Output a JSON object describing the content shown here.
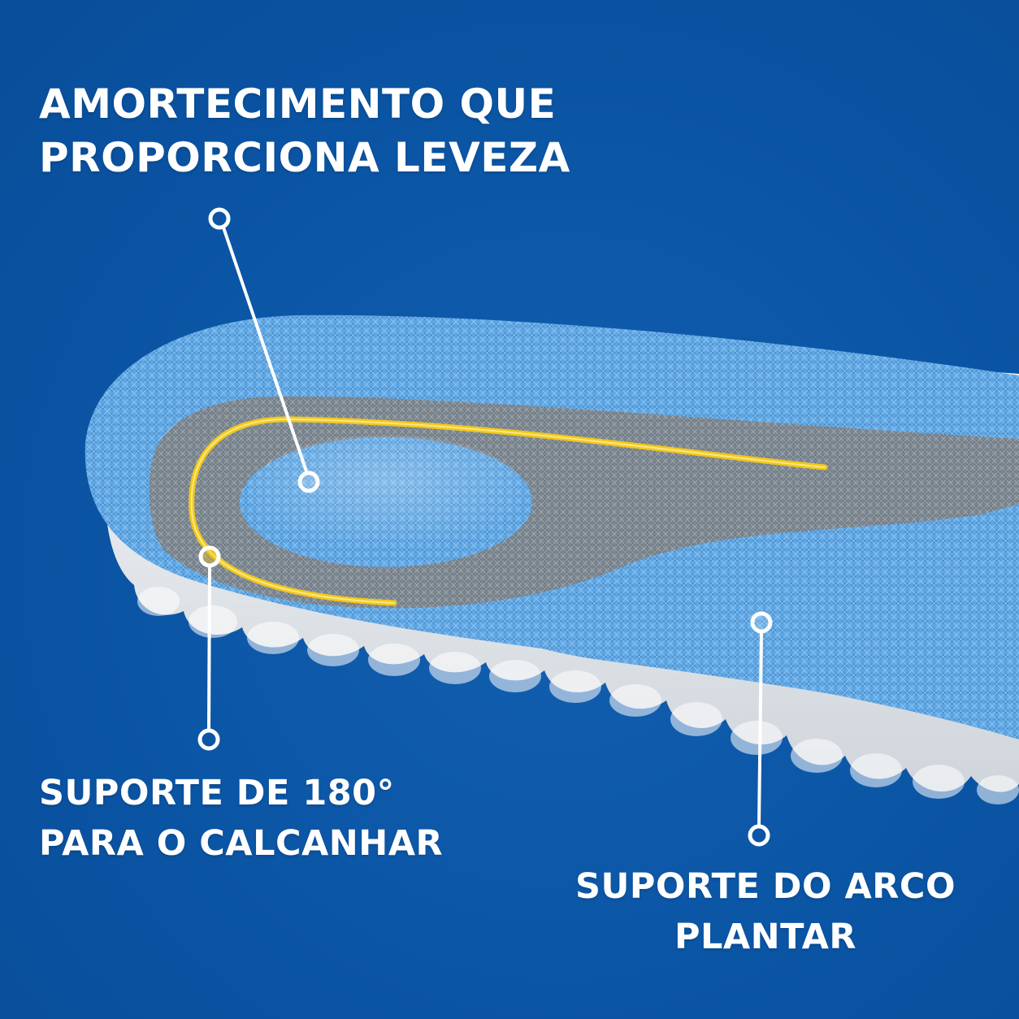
{
  "colors": {
    "background": "#0b55a5",
    "mesh_light_blue": "#5aa2e0",
    "mesh_grey": "#77828c",
    "foam_white": "#e9ecef",
    "heel_support_yellow": "#f2c81a",
    "callout_white": "#ffffff"
  },
  "image": {
    "subject": "insole"
  },
  "callouts": [
    {
      "id": "cushioning",
      "lines": [
        "AMORTECIMENTO QUE",
        "PROPORCIONA LEVEZA"
      ]
    },
    {
      "id": "heel-support",
      "lines": [
        "SUPORTE DE 180°",
        "PARA O CALCANHAR"
      ]
    },
    {
      "id": "arch-support",
      "lines": [
        "SUPORTE DO ARCO",
        "PLANTAR"
      ]
    }
  ]
}
